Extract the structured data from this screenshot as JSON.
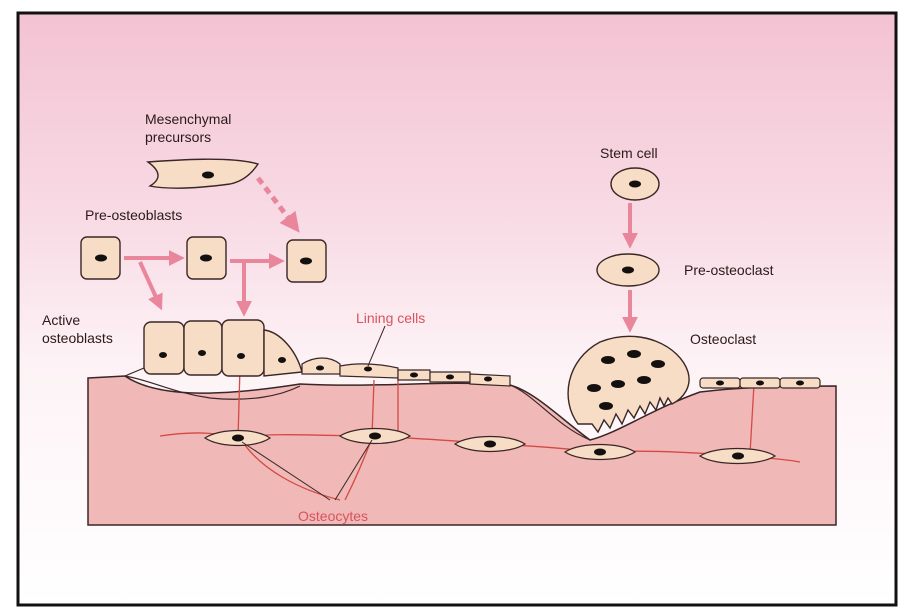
{
  "labels": {
    "mesenchymal_line1": "Mesenchymal",
    "mesenchymal_line2": "precursors",
    "pre_osteoblasts": "Pre-osteoblasts",
    "active_line1": "Active",
    "active_line2": "osteoblasts",
    "lining_cells": "Lining cells",
    "osteocytes": "Osteocytes",
    "stem_cell": "Stem cell",
    "pre_osteoclast": "Pre-osteoclast",
    "osteoclast": "Osteoclast"
  },
  "colors": {
    "frame_bg": "#f4c9d6",
    "bone": "#f0b8b6",
    "cell_fill": "#f7dcc6",
    "cell_stroke": "#3a2626",
    "nucleus": "#151010",
    "arrow": "#e9869c",
    "label_red": "#d9535e",
    "canaliculi": "#d44a45"
  }
}
